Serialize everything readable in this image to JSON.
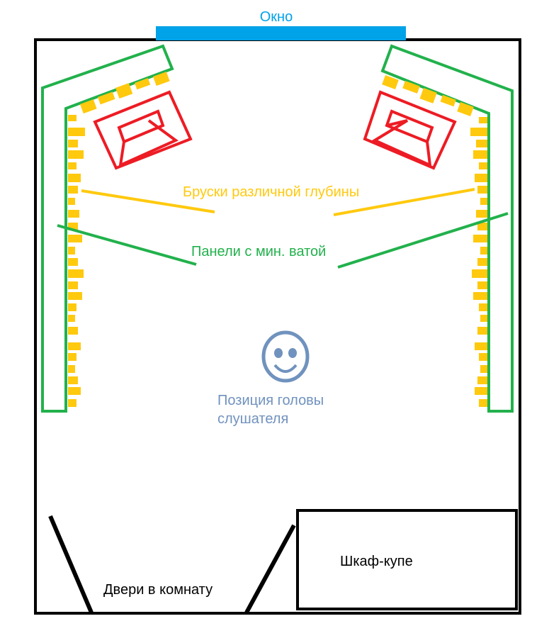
{
  "labels": {
    "window": "Окно",
    "bars": "Бруски различной глубины",
    "panels": "Панели с мин. ватой",
    "listener_line1": "Позиция головы",
    "listener_line2": "слушателя",
    "doors": "Двери в комнату",
    "wardrobe": "Шкаф-купе"
  },
  "icons": {
    "listener": "smiley-face-icon",
    "speaker": "speaker-icon"
  },
  "colors": {
    "walls": "#000000",
    "window": "#00a2e8",
    "bars": "#ffc90e",
    "panels": "#22b14c",
    "speakers": "#ed1c24",
    "listener": "#7092be"
  }
}
